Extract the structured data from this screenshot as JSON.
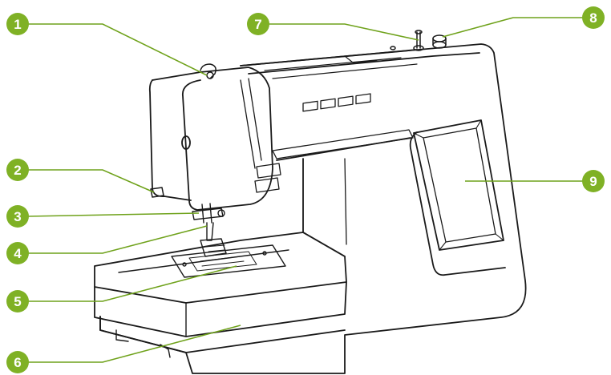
{
  "callouts": [
    {
      "number": "1",
      "target": "upper-thread-guide"
    },
    {
      "number": "2",
      "target": "thread-cutter"
    },
    {
      "number": "3",
      "target": "needle-clamp"
    },
    {
      "number": "4",
      "target": "presser-foot"
    },
    {
      "number": "5",
      "target": "needle-plate"
    },
    {
      "number": "6",
      "target": "extension-table"
    },
    {
      "number": "7",
      "target": "spool-pin"
    },
    {
      "number": "8",
      "target": "bobbin-winder"
    },
    {
      "number": "9",
      "target": "lcd-screen"
    }
  ],
  "colors": {
    "badge": "#7fb125",
    "leader": "#6fa21b",
    "outline": "#1a1a1a",
    "background": "#ffffff"
  }
}
